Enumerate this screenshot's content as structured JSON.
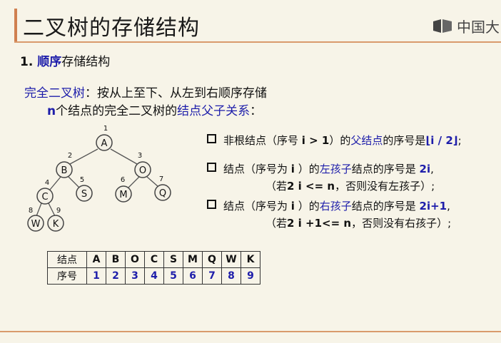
{
  "header": {
    "title": "二叉树的存储结构",
    "logo_text": "中国大"
  },
  "section": {
    "number": "1.",
    "highlight": "顺序",
    "rest": "存储结构"
  },
  "intro": {
    "line1_highlight": "完全二叉树",
    "line1_rest": "：按从上至下、从左到右顺序存储",
    "line2_bold": "n",
    "line2_mid": "个结点的完全二叉树的",
    "line2_highlight": "结点父子关系",
    "line2_end": "："
  },
  "rules": {
    "parent": {
      "prefix": "非根结点（序号 ",
      "cond": "i > 1",
      "mid": "）的",
      "highlight": "父结点",
      "suffix": "的序号是",
      "formula": "⌊i / 2⌋",
      "end": ";"
    },
    "left": {
      "prefix": "结点（序号为 ",
      "var": "i",
      "mid": " ）的",
      "highlight": "左孩子",
      "suffix": "结点的序号是 ",
      "formula": "2i",
      "end": ",",
      "sub_prefix": "（若",
      "sub_cond": "2 i <= n",
      "sub_suffix": "，否则没有左孩子）;"
    },
    "right": {
      "prefix": "结点（序号为 ",
      "var": "i",
      "mid": " ）的",
      "highlight": "右孩子",
      "suffix": "结点的序号是 ",
      "formula": "2i+1",
      "end": ",",
      "sub_prefix": "（若",
      "sub_cond": "2 i +1<= n",
      "sub_suffix": "，否则没有右孩子）;"
    }
  },
  "tree": {
    "nodes": [
      {
        "label": "A",
        "index": "1"
      },
      {
        "label": "B",
        "index": "2"
      },
      {
        "label": "O",
        "index": "3"
      },
      {
        "label": "C",
        "index": "4"
      },
      {
        "label": "S",
        "index": "5"
      },
      {
        "label": "M",
        "index": "6"
      },
      {
        "label": "Q",
        "index": "7"
      },
      {
        "label": "W",
        "index": "8"
      },
      {
        "label": "K",
        "index": "9"
      }
    ]
  },
  "table": {
    "row1_header": "结点",
    "row2_header": "序号",
    "nodes": [
      "A",
      "B",
      "O",
      "C",
      "S",
      "M",
      "Q",
      "W",
      "K"
    ],
    "indices": [
      "1",
      "2",
      "3",
      "4",
      "5",
      "6",
      "7",
      "8",
      "9"
    ]
  },
  "colors": {
    "accent_blue": "#1d1daa",
    "rule_orange": "#d99a6c",
    "background": "#f7f4e8"
  }
}
